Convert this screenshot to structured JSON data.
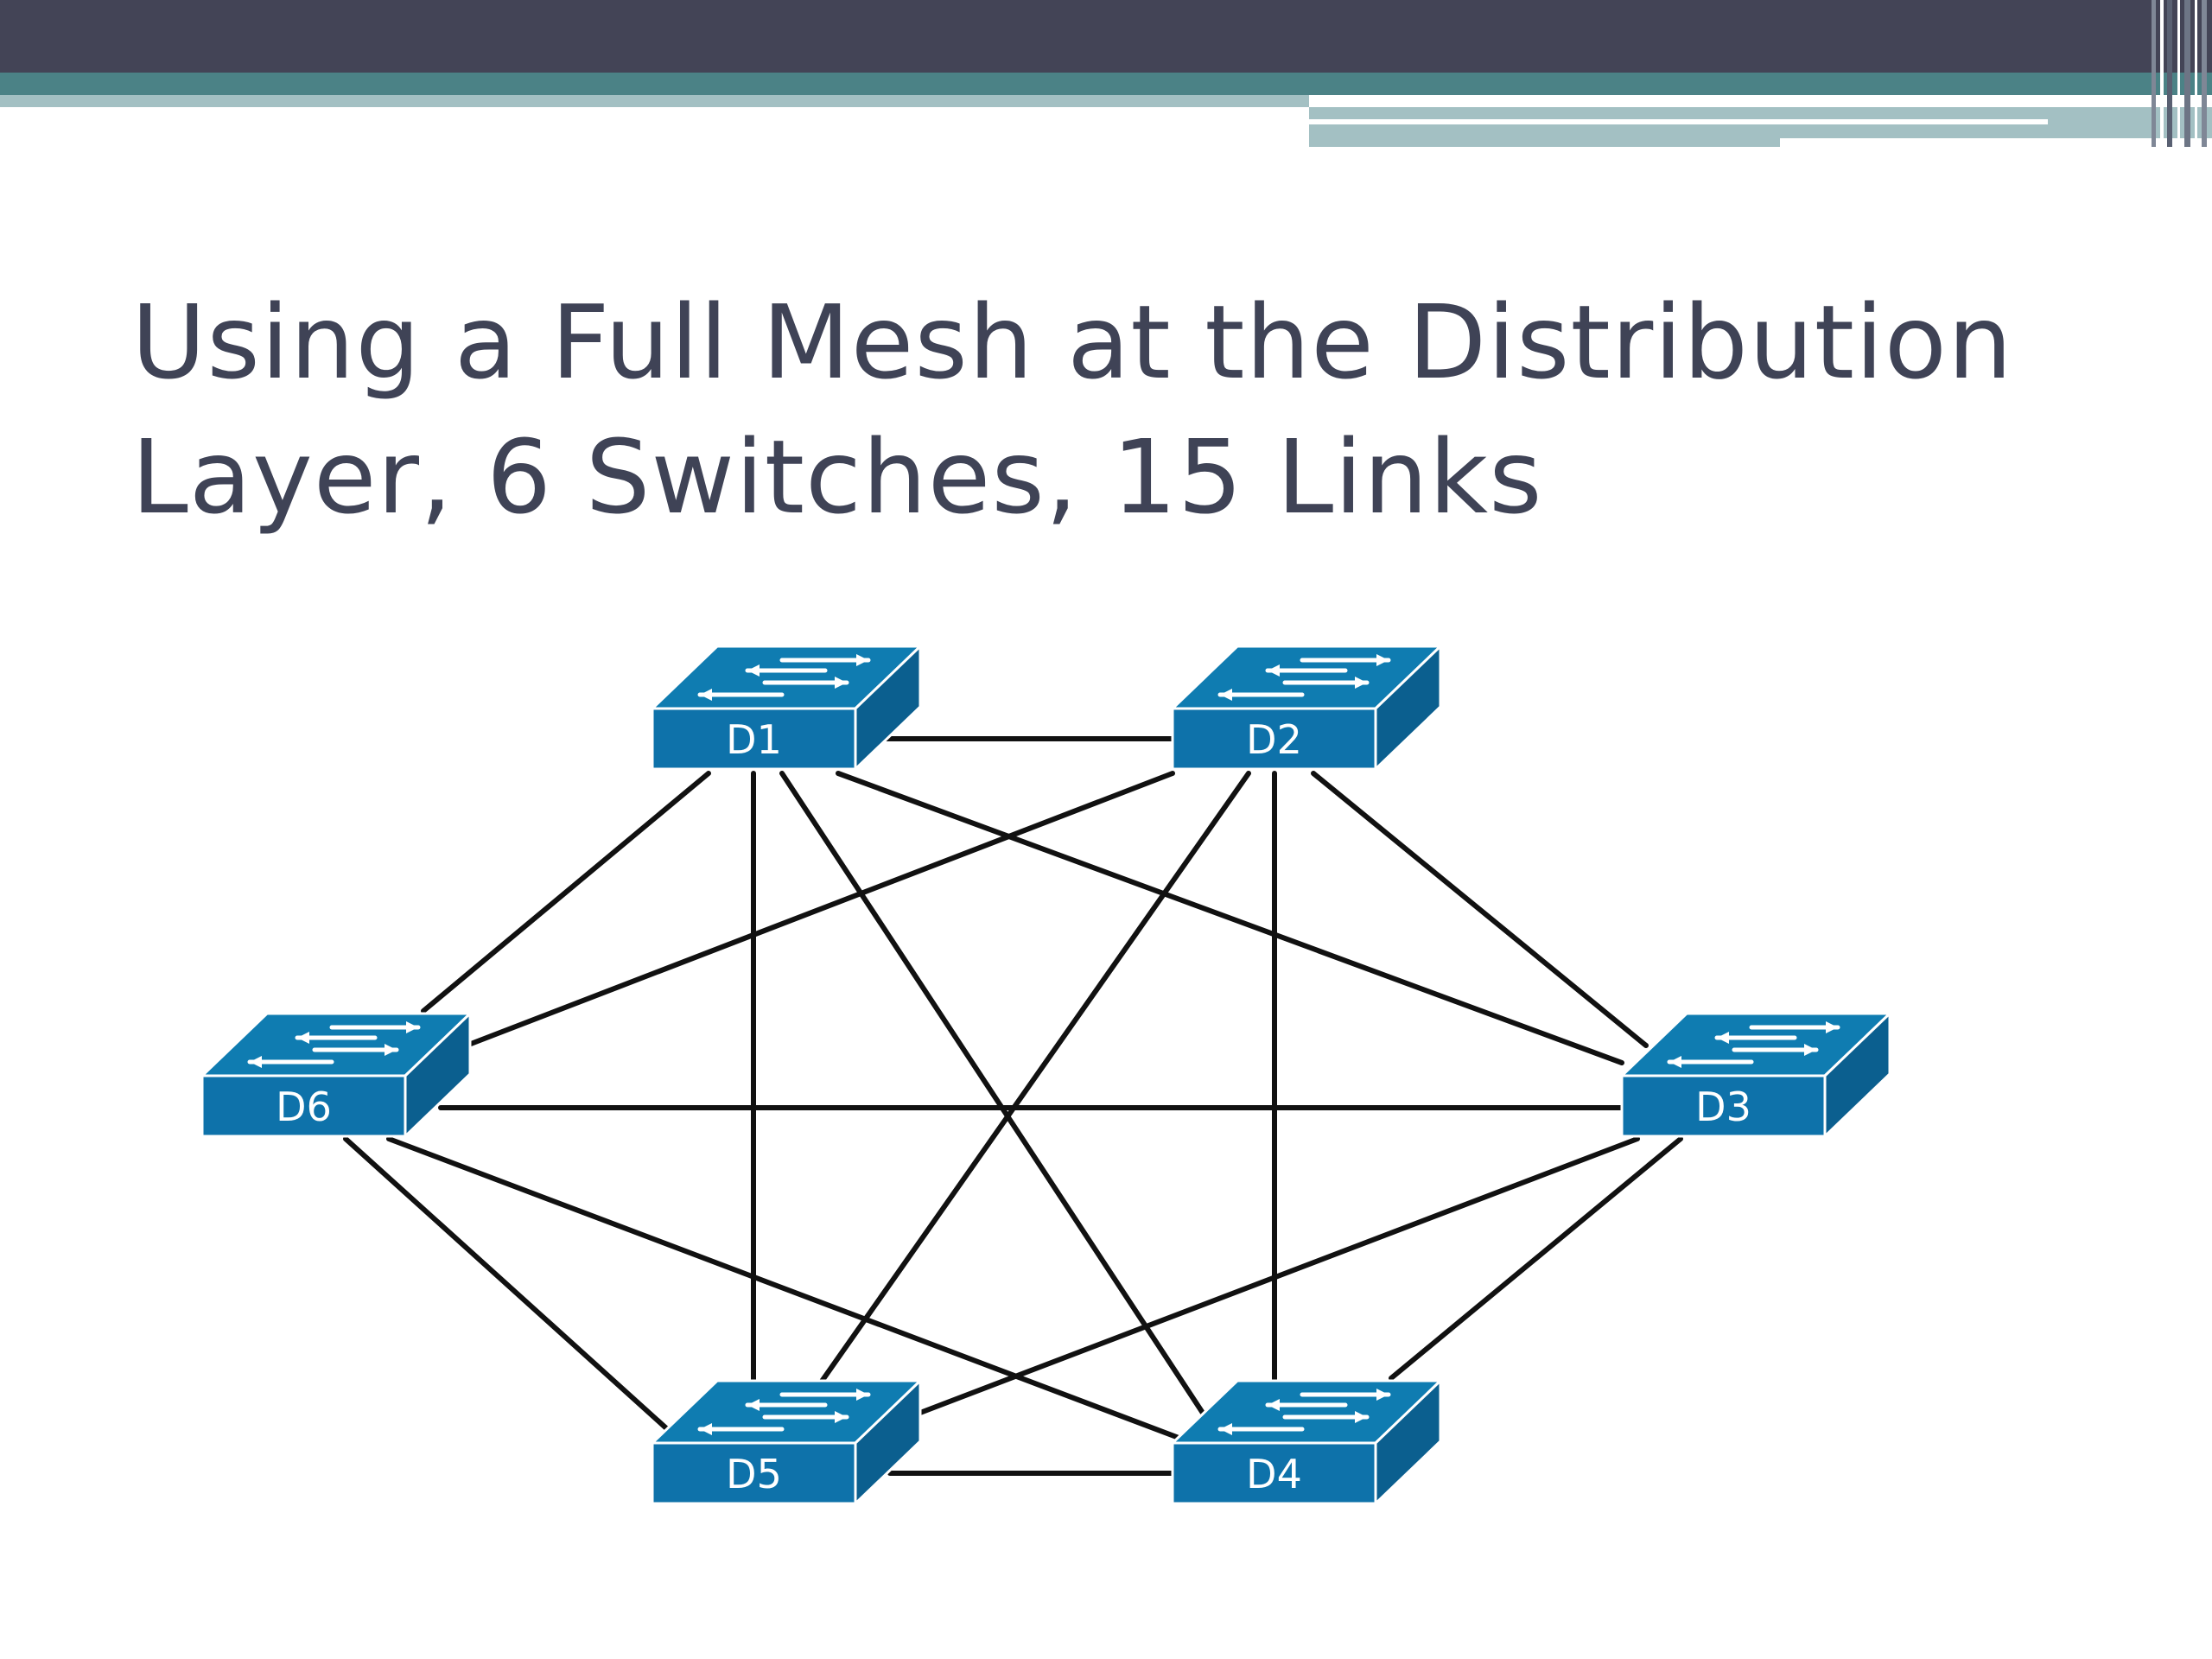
{
  "slide": {
    "title_line1": "Using a Full Mesh at the Distribution",
    "title_line2": "Layer, 6 Switches, 15 Links"
  },
  "colors": {
    "header_dark": "#434456",
    "header_teal": "#4b8286",
    "header_light": "#a3c0c3",
    "title_text": "#3f4356",
    "switch_top": "#0f7cb1",
    "switch_front": "#0e72aa",
    "switch_side": "#0b5f8f",
    "link_line": "#111111"
  },
  "icons": {
    "switch": "layer2-switch-icon"
  },
  "switches": [
    {
      "id": "D1",
      "label": "D1"
    },
    {
      "id": "D2",
      "label": "D2"
    },
    {
      "id": "D3",
      "label": "D3"
    },
    {
      "id": "D4",
      "label": "D4"
    },
    {
      "id": "D5",
      "label": "D5"
    },
    {
      "id": "D6",
      "label": "D6"
    }
  ],
  "links": [
    [
      "D1",
      "D2"
    ],
    [
      "D1",
      "D3"
    ],
    [
      "D1",
      "D4"
    ],
    [
      "D1",
      "D5"
    ],
    [
      "D1",
      "D6"
    ],
    [
      "D2",
      "D3"
    ],
    [
      "D2",
      "D4"
    ],
    [
      "D2",
      "D5"
    ],
    [
      "D2",
      "D6"
    ],
    [
      "D3",
      "D4"
    ],
    [
      "D3",
      "D5"
    ],
    [
      "D3",
      "D6"
    ],
    [
      "D4",
      "D5"
    ],
    [
      "D4",
      "D6"
    ],
    [
      "D5",
      "D6"
    ]
  ]
}
